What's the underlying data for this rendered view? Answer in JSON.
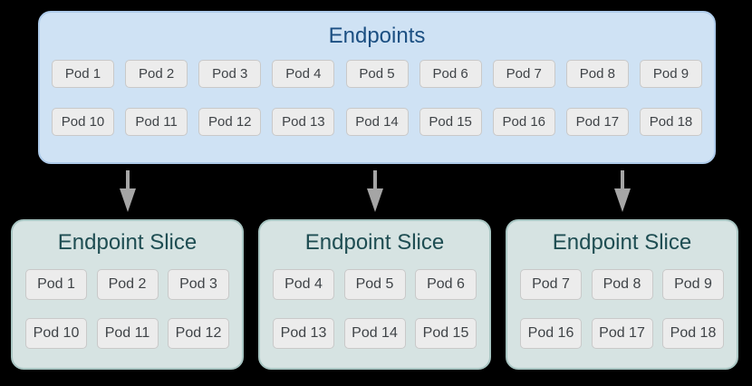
{
  "colors": {
    "canvas_bg": "#000000",
    "endpoints_box_bg": "#cfe2f4",
    "endpoints_box_border": "#aecbea",
    "endpoints_title_color": "#1b4f82",
    "slice_box_bg": "#d6e3e2",
    "slice_box_border": "#a9c6c3",
    "slice_title_color": "#1e4d52",
    "pod_bg": "#ececec",
    "pod_border": "#c9c9c9",
    "pod_text_color": "#3f4347",
    "arrow_color": "#a5a5a5"
  },
  "endpoints": {
    "title": "Endpoints",
    "rows": [
      [
        "Pod 1",
        "Pod 2",
        "Pod 3",
        "Pod 4",
        "Pod 5",
        "Pod 6",
        "Pod 7",
        "Pod 8",
        "Pod 9"
      ],
      [
        "Pod 10",
        "Pod 11",
        "Pod 12",
        "Pod 13",
        "Pod 14",
        "Pod 15",
        "Pod 16",
        "Pod 17",
        "Pod 18"
      ]
    ]
  },
  "arrows": {
    "count": 3,
    "direction": "down"
  },
  "slices": [
    {
      "title": "Endpoint Slice",
      "rows": [
        [
          "Pod 1",
          "Pod 2",
          "Pod 3"
        ],
        [
          "Pod 10",
          "Pod 11",
          "Pod 12"
        ]
      ]
    },
    {
      "title": "Endpoint Slice",
      "rows": [
        [
          "Pod 4",
          "Pod 5",
          "Pod 6"
        ],
        [
          "Pod 13",
          "Pod 14",
          "Pod 15"
        ]
      ]
    },
    {
      "title": "Endpoint Slice",
      "rows": [
        [
          "Pod 7",
          "Pod 8",
          "Pod 9"
        ],
        [
          "Pod 16",
          "Pod 17",
          "Pod 18"
        ]
      ]
    }
  ]
}
